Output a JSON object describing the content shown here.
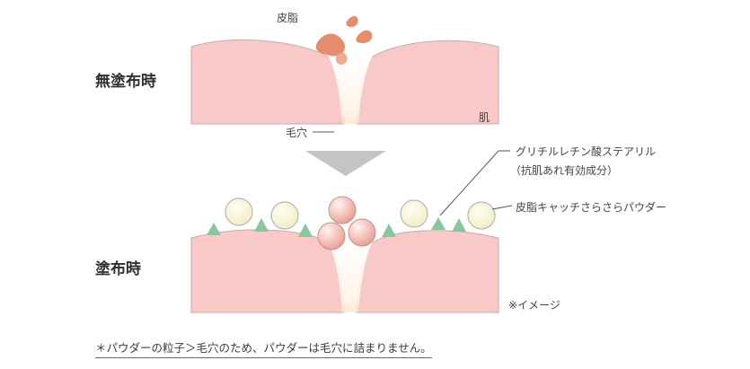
{
  "sections": {
    "without": "無塗布時",
    "with": "塗布時"
  },
  "labels": {
    "sebum": "皮脂",
    "pore": "毛穴",
    "skin": "肌",
    "ingredient_line1": "グリチルレチン酸ステアリル",
    "ingredient_line2": "（抗肌あれ有効成分）",
    "powder": "皮脂キャッチさらさらパウダー",
    "image_note": "※イメージ"
  },
  "footnote": "＊パウダーの粒子＞毛穴のため、パウダーは毛穴に詰まりません。",
  "colors": {
    "skin": "#f8c9c6",
    "skin_stroke": "#c0a5a5",
    "sebum": "#e58c6c",
    "powder": "#f6f3d2",
    "triangle": "#86c79d",
    "arrow": "#c4c4c4",
    "pink_ball": "#f3b6ad"
  }
}
